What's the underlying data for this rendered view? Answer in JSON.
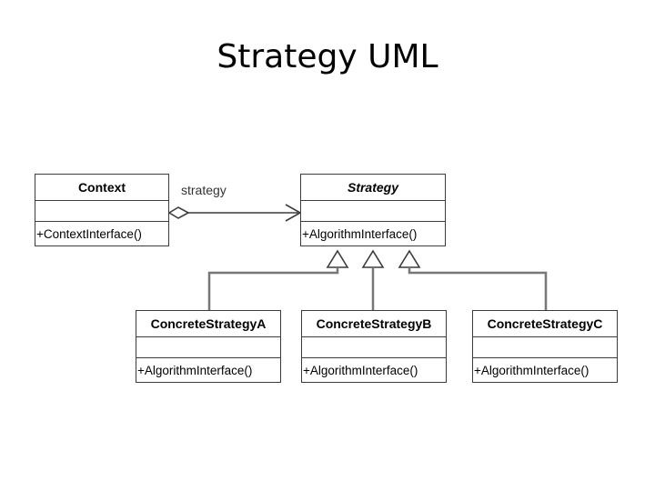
{
  "slide": {
    "title": "Strategy UML"
  },
  "diagram": {
    "context": {
      "name": "Context",
      "operation": "+ContextInterface()"
    },
    "strategy": {
      "name": "Strategy",
      "operation": "+AlgorithmInterface()"
    },
    "association_label": "strategy",
    "concrete": [
      {
        "name": "ConcreteStrategyA",
        "operation": "+AlgorithmInterface()"
      },
      {
        "name": "ConcreteStrategyB",
        "operation": "+AlgorithmInterface()"
      },
      {
        "name": "ConcreteStrategyC",
        "operation": "+AlgorithmInterface()"
      }
    ],
    "colors": {
      "line": "#3c3c3c",
      "fill": "#ffffff"
    }
  }
}
